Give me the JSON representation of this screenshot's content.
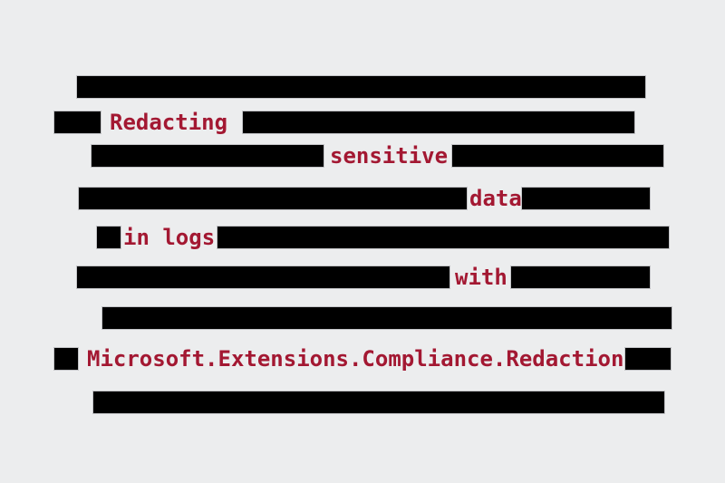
{
  "colors": {
    "background": "#ecedee",
    "redaction_bar": "#000000",
    "accent_red": "#a31832"
  },
  "redaction": {
    "phrase": "Redacting sensitive data in logs with Microsoft.Extensions.Compliance.Redaction",
    "visible_words": [
      "Redacting",
      "sensitive",
      "data",
      "in logs",
      "with",
      "Microsoft.Extensions.Compliance.Redaction"
    ]
  }
}
